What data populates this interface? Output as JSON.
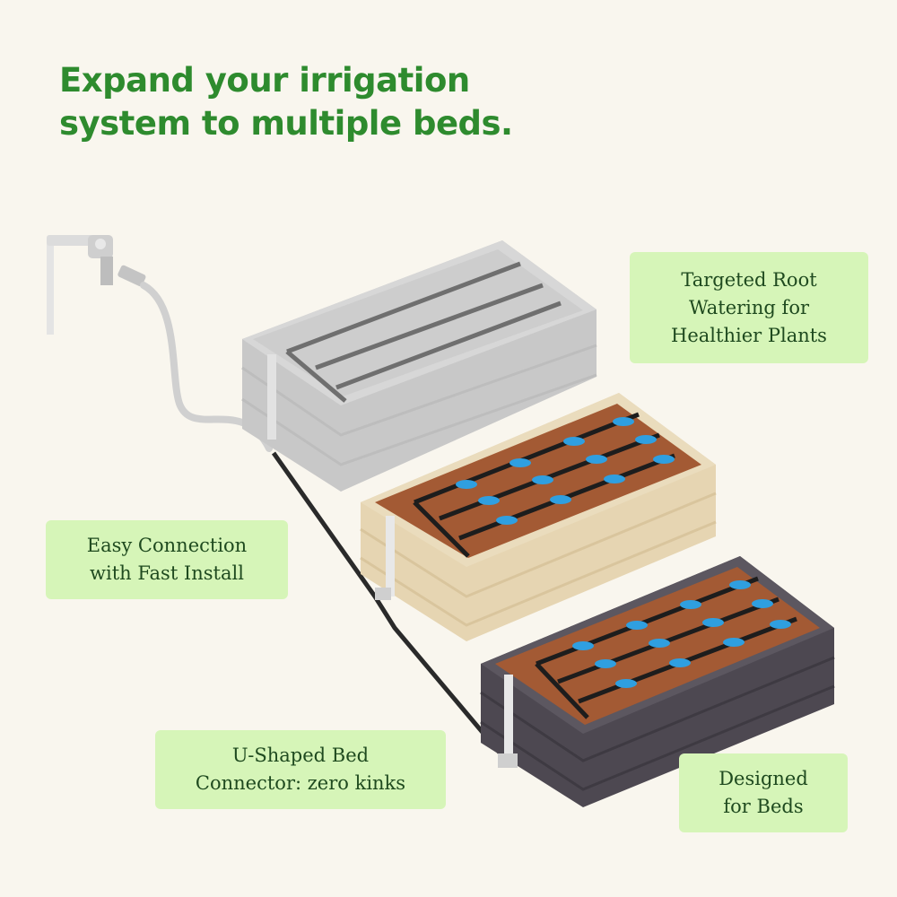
{
  "headline": {
    "line1": "Expand your irrigation",
    "line2": "system to multiple beds."
  },
  "callouts": {
    "targeted": {
      "line1": "Targeted Root",
      "line2": "Watering for",
      "line3": "Healthier Plants"
    },
    "easy": {
      "line1": "Easy Connection",
      "line2": "with Fast Install"
    },
    "ushaped": {
      "line1": "U-Shaped Bed",
      "line2": "Connector: zero kinks"
    },
    "designed": {
      "line1": "Designed",
      "line2": "for Beds"
    }
  },
  "colors": {
    "background": "#f9f6ee",
    "headline": "#2e8b2e",
    "callout_bg": "#d6f5b8",
    "bed_gray": "#c9c9c9",
    "bed_tan": "#e8d9b8",
    "bed_dark": "#4e4a52",
    "soil": "#a0522d",
    "drip": "#2f9fe0"
  }
}
